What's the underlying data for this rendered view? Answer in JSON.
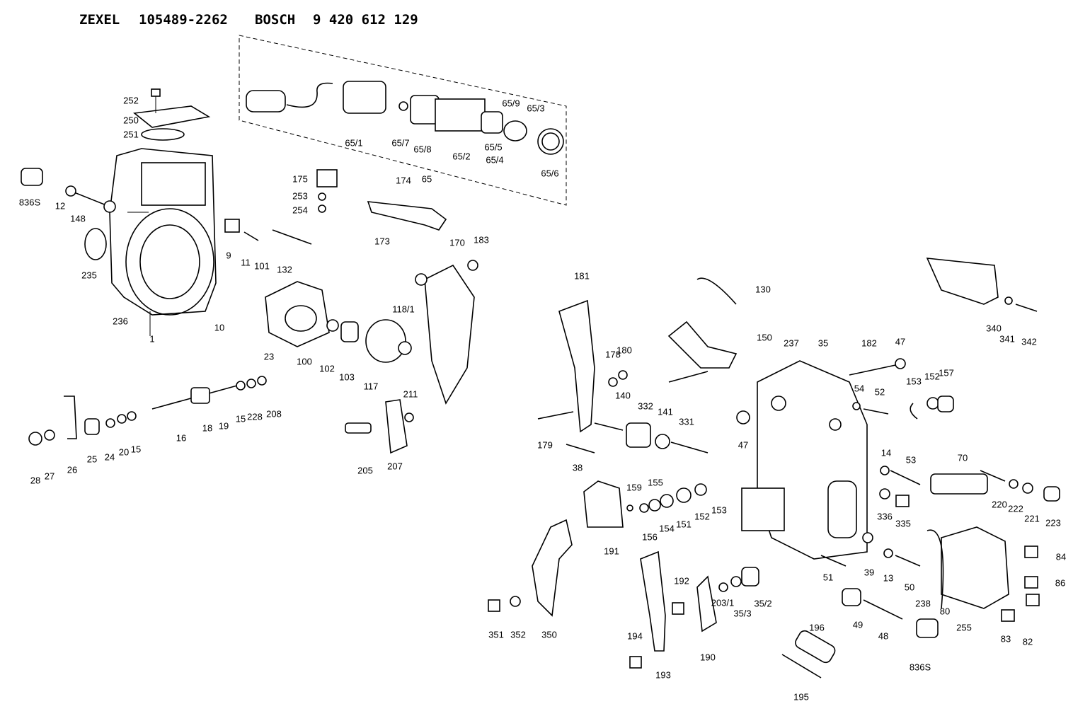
{
  "header": {
    "brand1": "ZEXEL",
    "number1": "105489-2262",
    "brand2": "BOSCH",
    "number2": "9 420 612 129"
  },
  "labels": [
    "252",
    "250",
    "251",
    "836S",
    "12",
    "148",
    "235",
    "236",
    "1",
    "9",
    "11",
    "132",
    "101",
    "10",
    "175",
    "253",
    "254",
    "174",
    "173",
    "65/1",
    "65/7",
    "65/8",
    "65",
    "65/2",
    "65/9",
    "65/3",
    "65/5",
    "65/4",
    "65/6",
    "170",
    "183",
    "118/1",
    "100",
    "102",
    "103",
    "117",
    "23",
    "16",
    "18",
    "19",
    "15",
    "228",
    "208",
    "26",
    "28",
    "27",
    "25",
    "24",
    "20",
    "15",
    "211",
    "205",
    "207",
    "181",
    "178",
    "180",
    "179",
    "38",
    "140",
    "332",
    "141",
    "331",
    "130",
    "150",
    "237",
    "35",
    "182",
    "47",
    "54",
    "52",
    "153",
    "152",
    "157",
    "47",
    "340",
    "341",
    "342",
    "14",
    "53",
    "70",
    "220",
    "222",
    "221",
    "223",
    "336",
    "335",
    "191",
    "159",
    "155",
    "156",
    "154",
    "151",
    "152",
    "153",
    "350",
    "351",
    "352",
    "192",
    "35/3",
    "35/2",
    "203/1",
    "194",
    "193",
    "190",
    "196",
    "195",
    "39",
    "13",
    "50",
    "51",
    "49",
    "48",
    "238",
    "80",
    "255",
    "84",
    "86",
    "83",
    "82",
    "836S"
  ]
}
